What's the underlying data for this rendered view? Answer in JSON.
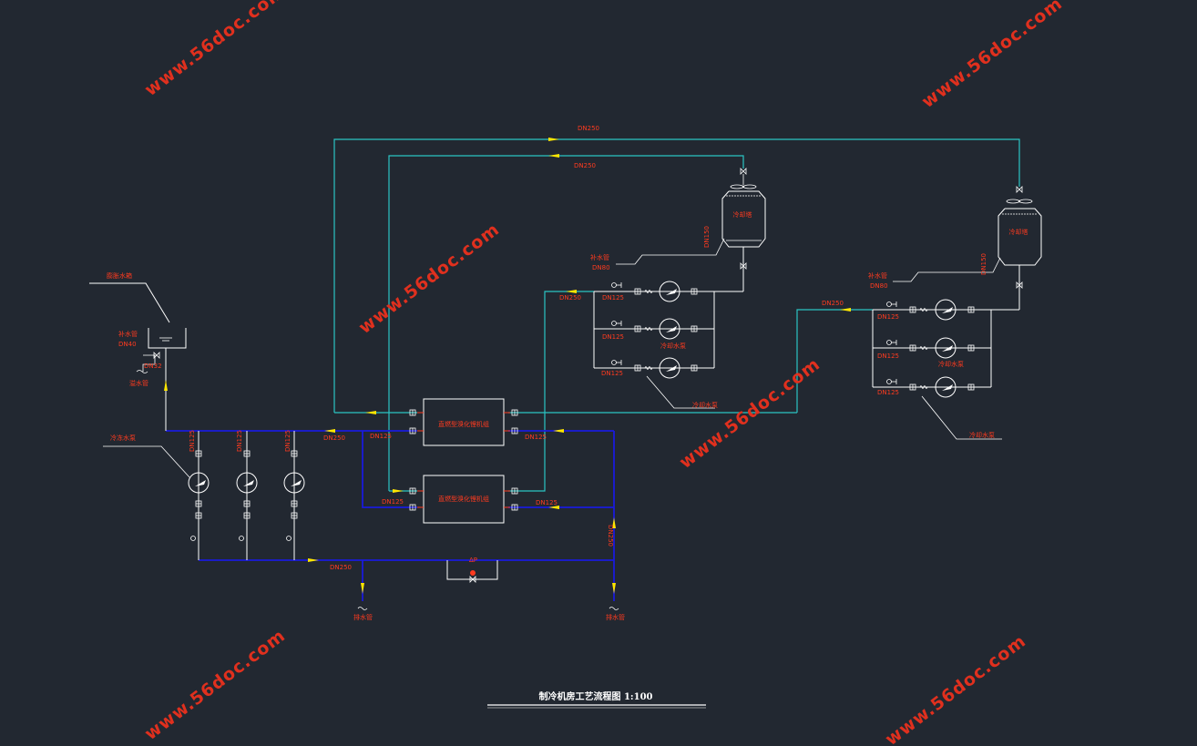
{
  "diagram": {
    "title": "制冷机房工艺流程图 1:100",
    "chiller_upper": "直燃型溴化锂机组",
    "chiller_lower": "直燃型溴化锂机组",
    "cooling_tower_1": "冷却塔",
    "cooling_tower_2": "冷却塔",
    "pump_group_1_label": "冷却水泵",
    "pump_group_2_label": "冷却水泵",
    "pump_group_1_callout": "冷却水泵",
    "pump_group_2_callout": "冷却水泵",
    "chilled_pump_callout": "冷冻水泵",
    "expansion_tank": "膨胀水箱",
    "makeup_line": "补水管",
    "makeup_size": "DN40",
    "overflow": "溢水管",
    "overflow_size": "DN32",
    "tower_makeup_1": "补水管",
    "tower_makeup_1_size": "DN80",
    "tower_makeup_2": "补水管",
    "tower_makeup_2_size": "DN80",
    "drain_1": "排水管",
    "drain_2": "排水管",
    "dp_valve": "ΔP",
    "pipe_sizes": {
      "top_1": "DN250",
      "top_2": "DN250",
      "tower1_pumps_in": "DN250",
      "tower2_pumps_in": "DN250",
      "t1_p1": "DN125",
      "t1_p2": "DN125",
      "t1_p3": "DN125",
      "t2_p1": "DN125",
      "t2_p2": "DN125",
      "t2_p3": "DN125",
      "tower1_drop": "DN150",
      "tower2_drop": "DN150",
      "chw_p1": "DN125",
      "chw_p2": "DN125",
      "chw_p3": "DN125",
      "chw_supply": "DN250",
      "chw_return": "DN250",
      "chw_right": "DN250",
      "ch_in_upper": "DN125",
      "ch_out_upper": "DN125",
      "ch_in_lower": "DN125",
      "ch_out_lower": "DN125"
    },
    "watermarks": [
      "www.56doc.com",
      "www.56doc.com",
      "www.56doc.com",
      "www.56doc.com",
      "www.56doc.com",
      "www.56doc.com"
    ],
    "colors": {
      "background": "#222831",
      "cooling_water": "#2bc4c4",
      "chilled_water": "#1a1adb",
      "equipment": "#ffffff",
      "labels": "#ff3b1f",
      "arrows": "#ffe600"
    }
  }
}
